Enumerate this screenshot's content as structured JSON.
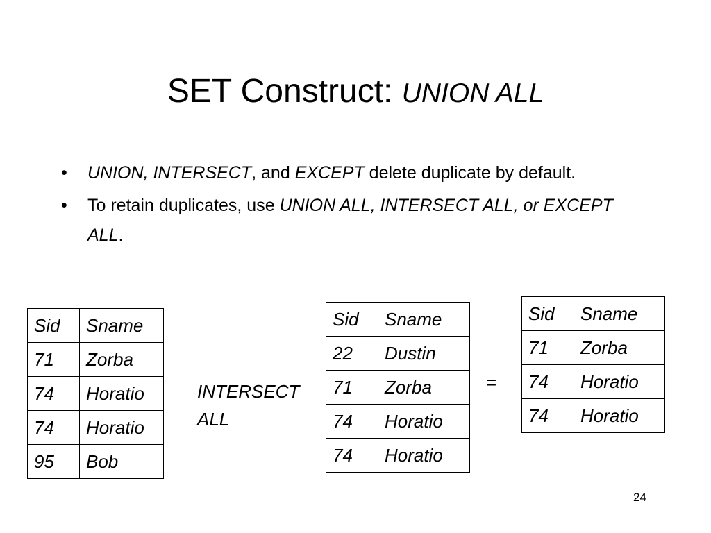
{
  "title": {
    "main": "SET Construct: ",
    "italic": "UNION ALL"
  },
  "bullets": [
    {
      "a": "UNION, INTERSECT",
      "b": ", and ",
      "c": "EXCEPT",
      "d": " delete duplicate by default."
    },
    {
      "a": "To retain duplicates, use ",
      "b": "UNION ALL, INTERSECT ALL, or EXCEPT ALL",
      "c": "."
    }
  ],
  "bullet_glyph": "•",
  "tables": {
    "left": {
      "header": [
        "Sid",
        "Sname"
      ],
      "rows": [
        [
          "71",
          "Zorba"
        ],
        [
          "74",
          "Horatio"
        ],
        [
          "74",
          "Horatio"
        ],
        [
          "95",
          "Bob"
        ]
      ]
    },
    "middle": {
      "header": [
        "Sid",
        "Sname"
      ],
      "rows": [
        [
          "22",
          "Dustin"
        ],
        [
          "71",
          "Zorba"
        ],
        [
          "74",
          "Horatio"
        ],
        [
          "74",
          "Horatio"
        ]
      ]
    },
    "result": {
      "header": [
        "Sid",
        "Sname"
      ],
      "rows": [
        [
          "71",
          "Zorba"
        ],
        [
          "74",
          "Horatio"
        ],
        [
          "74",
          "Horatio"
        ]
      ]
    }
  },
  "operator": {
    "line1": "INTERSECT",
    "line2": "ALL"
  },
  "equals": "=",
  "page_number": "24"
}
